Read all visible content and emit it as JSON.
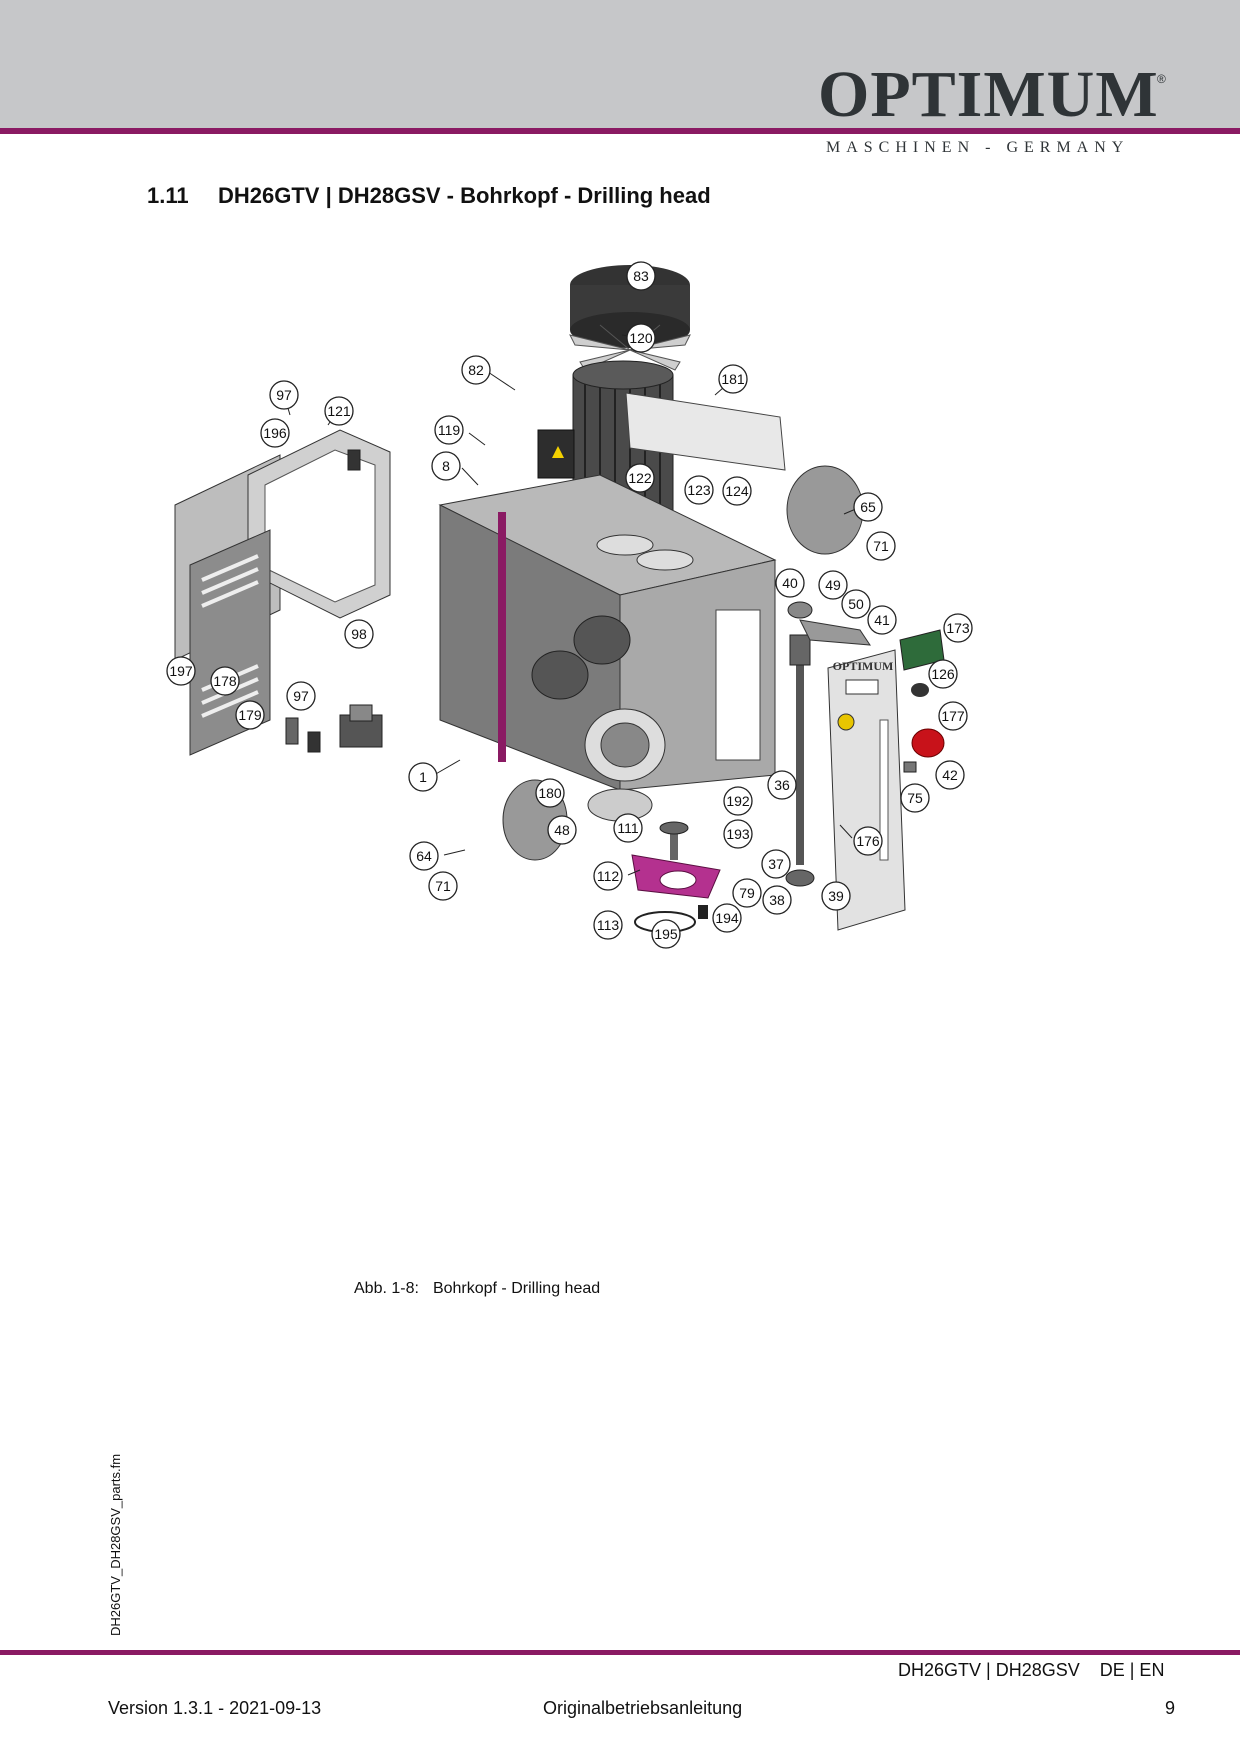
{
  "header": {
    "logo_text": "OPTIMUM",
    "logo_reg": "®",
    "logo_subtitle": "MASCHINEN - GERMANY",
    "accent_color": "#8a1a63",
    "band_color": "#c6c7c9"
  },
  "section": {
    "number": "1.11",
    "title": "DH26GTV | DH28GSV - Bohrkopf - Drilling head"
  },
  "drawing": {
    "panel_logo": "OPTIMUM",
    "callouts": [
      "83",
      "120",
      "82",
      "181",
      "97",
      "121",
      "196",
      "119",
      "8",
      "122",
      "123",
      "124",
      "65",
      "71",
      "40",
      "49",
      "50",
      "41",
      "173",
      "98",
      "197",
      "178",
      "97",
      "179",
      "126",
      "177",
      "42",
      "75",
      "1",
      "36",
      "180",
      "192",
      "48",
      "111",
      "193",
      "64",
      "71",
      "112",
      "176",
      "37",
      "79",
      "38",
      "39",
      "113",
      "195",
      "194"
    ]
  },
  "caption": {
    "label": "Abb. 1-8:",
    "text": "Bohrkopf - Drilling head"
  },
  "side_note": "DH26GTV_DH28GSV_parts.fm",
  "footer": {
    "model": "DH26GTV | DH28GSV",
    "lang": "DE | EN",
    "version": "Version 1.3.1 - 2021-09-13",
    "doc_type": "Originalbetriebsanleitung",
    "page": "9"
  }
}
